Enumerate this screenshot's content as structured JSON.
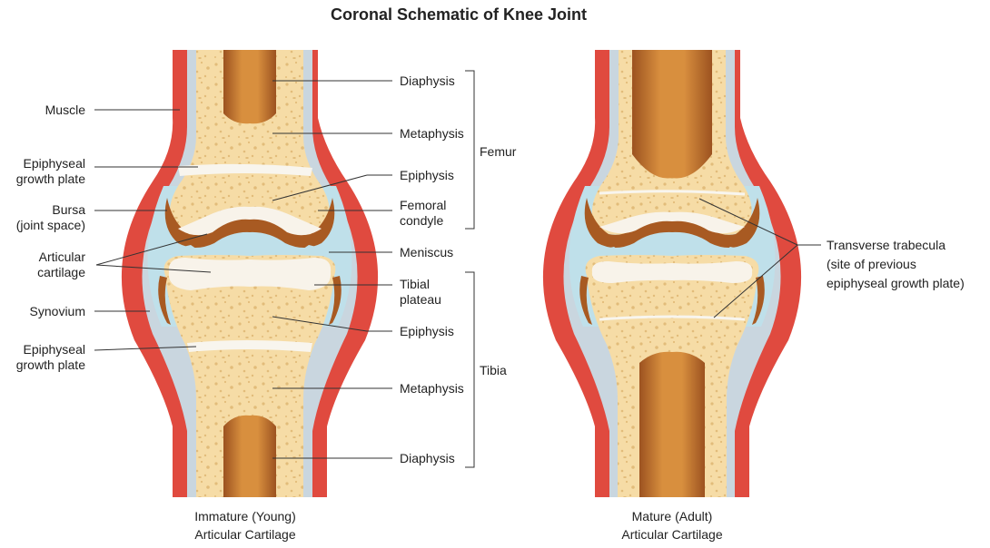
{
  "title": "Coronal Schematic of Knee Joint",
  "colors": {
    "muscle": "#e04a3f",
    "capsule": "#c9d6df",
    "fluid": "#bfe0ea",
    "bone": "#f6dca6",
    "pore": "#e2bc7a",
    "cortex": "#a85a22",
    "marrow": "#c8782f",
    "cartilage": "#f8f3ea",
    "growth_plate": "#f8f5ee"
  },
  "left_labels": {
    "muscle": "Muscle",
    "epi_plate_upper": [
      "Epiphyseal",
      "growth plate"
    ],
    "bursa": [
      "Bursa",
      "(joint space)"
    ],
    "articular": [
      "Articular",
      "cartilage"
    ],
    "synovium": "Synovium",
    "epi_plate_lower": [
      "Epiphyseal",
      "growth plate"
    ]
  },
  "right_labels": {
    "diaphysis_top": "Diaphysis",
    "metaphysis_top": "Metaphysis",
    "epiphysis_top": "Epiphysis",
    "femoral_condyle": [
      "Femoral",
      "condyle"
    ],
    "meniscus": "Meniscus",
    "tibial_plateau": [
      "Tibial",
      "plateau"
    ],
    "epiphysis_bottom": "Epiphysis",
    "metaphysis_bottom": "Metaphysis",
    "diaphysis_bottom": "Diaphysis"
  },
  "brackets": {
    "femur": "Femur",
    "tibia": "Tibia"
  },
  "trabecula": [
    "Transverse trabecula",
    "(site of previous",
    "epiphyseal growth plate)"
  ],
  "captions": {
    "young": [
      "Immature (Young)",
      "Articular Cartilage"
    ],
    "adult": [
      "Mature (Adult)",
      "Articular Cartilage"
    ]
  }
}
